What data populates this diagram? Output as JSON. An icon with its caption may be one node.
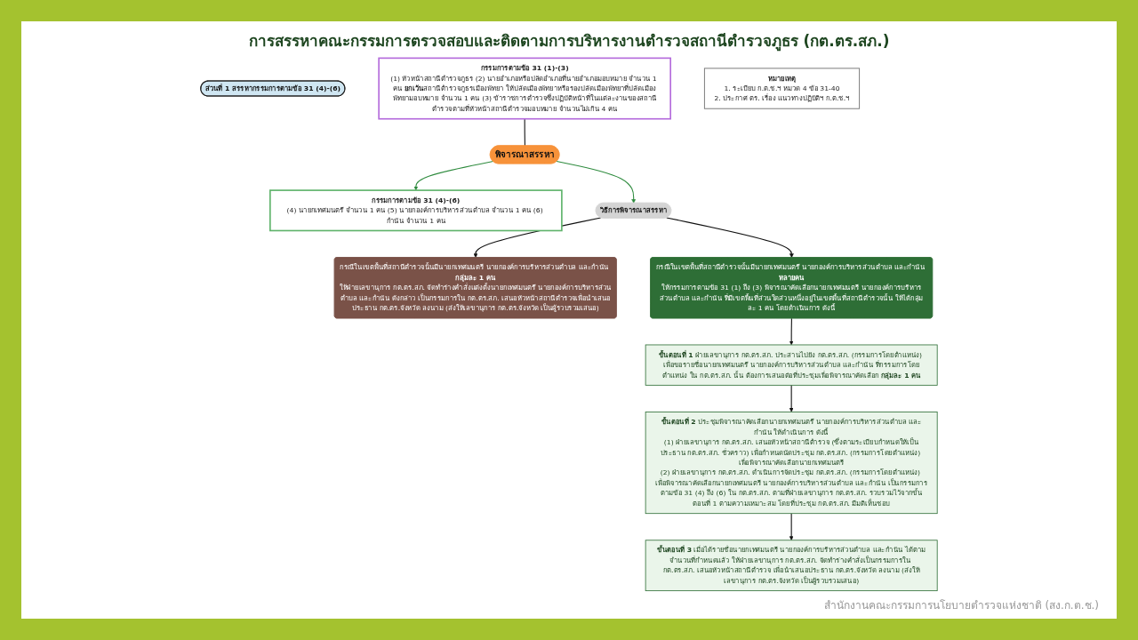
{
  "diagram": {
    "title": "การสรรหาคณะกรรมการตรวจสอบและติดตามการบริหารงานตำรวจสถานีตำรวจภูธร (กต.ตร.สภ.)",
    "nodes": [
      {
        "text": [
          "ส่วนที่ 1 สรรหากรรมการตามข้อ 31 (4)-(6)"
        ]
      },
      {
        "text": [
          "กรรมการตามข้อ 31 (1)-(3)",
          "(1) หัวหน้าสถานีตำรวจภูธร (2) นายอำเภอหรือปลัดอำเภอที่นายอำเภอมอบหมาย จำนวน 1 คน **ยกเว้น**สถานีตำรวจภูธรเมืองพัทยา ให้ปลัดเมืองพัทยาหรือรองปลัดเมืองพัทยาที่ปลัดเมืองพัทยามอบหมาย จำนวน 1 คน (3) ข้าราชการตำรวจซึ่งปฏิบัติหน้าที่ในแต่ละงานของสถานีตำรวจตามที่หัวหน้าสถานีตำรวจมอบหมาย จำนวนไม่เกิน 4 คน"
        ]
      },
      {
        "text": [
          "พิจารณาสรรหา"
        ]
      },
      {
        "text": [
          "กรรมการตามข้อ 31 (4)-(6)",
          "(4) นายกเทศมนตรี จำนวน 1 คน (5) นายกองค์การบริหารส่วนตำบล จำนวน 1 คน (6) กำนัน จำนวน 1 คน"
        ]
      },
      {
        "text": [
          "วิธีการพิจารณาสรรหา"
        ]
      },
      {
        "text": [
          "กรณีในเขตพื้นที่สถานีตำรวจนั้นมีนายกเทศมนตรี นายกองค์การบริหารส่วนตำบล และกำนัน **กลุ่มละ 1 คน**",
          "ให้ฝ่ายเลขานุการ กต.ตร.สภ. จัดทำร่างคำสั่งแต่งตั้งนายกเทศมนตรี นายกองค์การบริหารส่วนตำบล และกำนัน ดังกล่าว เป็นกรรมการใน กต.ตร.สภ. เสนอหัวหน้าสถานีตำรวจเพื่อนำเสนอประธาน กต.ตร.จังหวัด ลงนาม (ส่งให้เลขานุการ กต.ตร.จังหวัด เป็นผู้รวบรวมเสนอ)"
        ]
      },
      {
        "text": [
          "กรณีในเขตพื้นที่สถานีตำรวจนั้นมีนายกเทศมนตรี นายกองค์การบริหารส่วนตำบล และกำนัน **หลายคน**",
          "ให้กรรมการตามข้อ 31 (1) ถึง (3) พิจารณาคัดเลือกนายกเทศมนตรี นายกองค์การบริหารส่วนตำบล และกำนัน ที่มีเขตพื้นที่ส่วนใดส่วนหนึ่งอยู่ในเขตพื้นที่สถานีตำรวจนั้น ให้ได้กลุ่มละ 1 คน โดยดำเนินการ ดังนี้"
        ]
      },
      {
        "text": [
          "**ขั้นตอนที่ 1** ฝ่ายเลขานุการ กต.ตร.สภ. ประสานไปยัง กต.ตร.สภ. (กรรมการโดยตำแหน่ง) เพื่อขอรายชื่อนายกเทศมนตรี นายกองค์การบริหารส่วนตำบล และกำนัน ที่กรรมการโดยตำแหน่ง ใน กต.ตร.สภ. นั้น ต้องการเสนอต่อที่ประชุมเพื่อพิจารณาคัดเลือก **กลุ่มละ 1 คน**"
        ]
      },
      {
        "text": [
          "**ขั้นตอนที่ 2** ประชุมพิจารณาคัดเลือกนายกเทศมนตรี นายกองค์การบริหารส่วนตำบล และกำนัน ให้ดำเนินการ ดังนี้",
          "(1) ฝ่ายเลขานุการ กต.ตร.สภ. เสนอหัวหน้าสถานีตำรวจ (ซึ่งตามระเบียบกำหนดให้เป็นประธาน กต.ตร.สภ. ชั่วคราว) เพื่อกำหนดนัดประชุม กต.ตร.สภ. (กรรมการโดยตำแหน่ง) เพื่อพิจารณาคัดเลือกนายกเทศมนตรี",
          "(2) ฝ่ายเลขานุการ กต.ตร.สภ. ดำเนินการจัดประชุม กต.ตร.สภ. (กรรมการโดยตำแหน่ง) เพื่อพิจารณาคัดเลือกนายกเทศมนตรี นายกองค์การบริหารส่วนตำบล และกำนัน เป็นกรรมการตามข้อ 31 (4) ถึง (6) ใน กต.ตร.สภ. ตามที่ฝ่ายเลขานุการ กต.ตร.สภ. รวบรวมไว้จากขั้นตอนที่ 1 ตามความเหมาะสม โดยที่ประชุม กต.ตร.สภ. มีมติเห็นชอบ"
        ]
      },
      {
        "text": [
          "**ขั้นตอนที่ 3** เมื่อได้รายชื่อนายกเทศมนตรี นายกองค์การบริหารส่วนตำบล และกำนัน ได้ตามจำนวนที่กำหนดแล้ว ให้ฝ่ายเลขานุการ กต.ตร.สภ. จัดทำร่างคำสั่งเป็นกรรมการใน กต.ตร.สภ. เสนอหัวหน้าสถานีตำรวจ เพื่อนำเสนอประธาน กต.ตร.จังหวัด ลงนาม (ส่งให้เลขานุการ กต.ตร.จังหวัด เป็นผู้รวบรวมเสนอ)"
        ]
      },
      {
        "text": [
          "หมายเหตุ",
          "1. ระเบียบ ก.ต.ช.ฯ หมวด 4 ข้อ 31-40",
          "2. ประกาศ ตร. เรื่อง แนวทางปฏิบัติฯ ก.ต.ช.ฯ"
        ]
      }
    ],
    "edges": [
      {
        "from": 1,
        "to": 2,
        "arrow": "none"
      },
      {
        "from": 2,
        "to": 3,
        "arrow": "to",
        "color": "#2e8b3e"
      },
      {
        "from": 2,
        "to": 4,
        "arrow": "to",
        "color": "#2e8b3e"
      },
      {
        "from": 4,
        "to": 5,
        "arrow": "to"
      },
      {
        "from": 4,
        "to": 6,
        "arrow": "to"
      },
      {
        "from": 6,
        "to": 7,
        "arrow": "to"
      },
      {
        "from": 7,
        "to": 8,
        "arrow": "to"
      },
      {
        "from": 8,
        "to": 9,
        "arrow": "to"
      }
    ],
    "labels": [
      "สำนักงานคณะกรรมการนโยบายตำรวจแห่งชาติ (สง.ก.ต.ช.)"
    ]
  }
}
